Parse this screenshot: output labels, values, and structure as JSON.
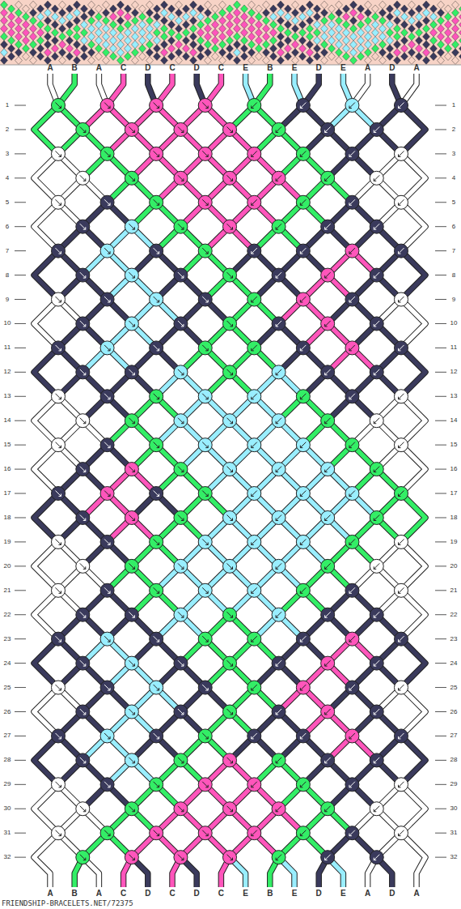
{
  "diagram": {
    "labels": [
      "A",
      "B",
      "A",
      "C",
      "D",
      "C",
      "D",
      "C",
      "E",
      "B",
      "E",
      "D",
      "E",
      "A",
      "D",
      "A",
      "1",
      "1",
      "2",
      "2",
      "3",
      "3",
      "4",
      "4",
      "5",
      "5",
      "6",
      "6",
      "7",
      "7",
      "8",
      "8",
      "9",
      "9",
      "10",
      "10",
      "11",
      "11",
      "12",
      "12",
      "13",
      "13",
      "14",
      "14",
      "15",
      "15",
      "16",
      "16",
      "17",
      "17",
      "18",
      "18",
      "19",
      "19",
      "20",
      "20",
      "21",
      "21",
      "22",
      "22",
      "23",
      "23",
      "24",
      "24",
      "25",
      "25",
      "26",
      "26",
      "27",
      "27",
      "28",
      "28",
      "29",
      "29",
      "30",
      "30",
      "31",
      "31",
      "32",
      "32",
      "A",
      "B",
      "A",
      "C",
      "D",
      "C",
      "D",
      "C",
      "E",
      "B",
      "E",
      "D",
      "E",
      "A",
      "D",
      "A",
      "FRIENDSHIP-BRACELETS.NET/72375"
    ]
  }
}
